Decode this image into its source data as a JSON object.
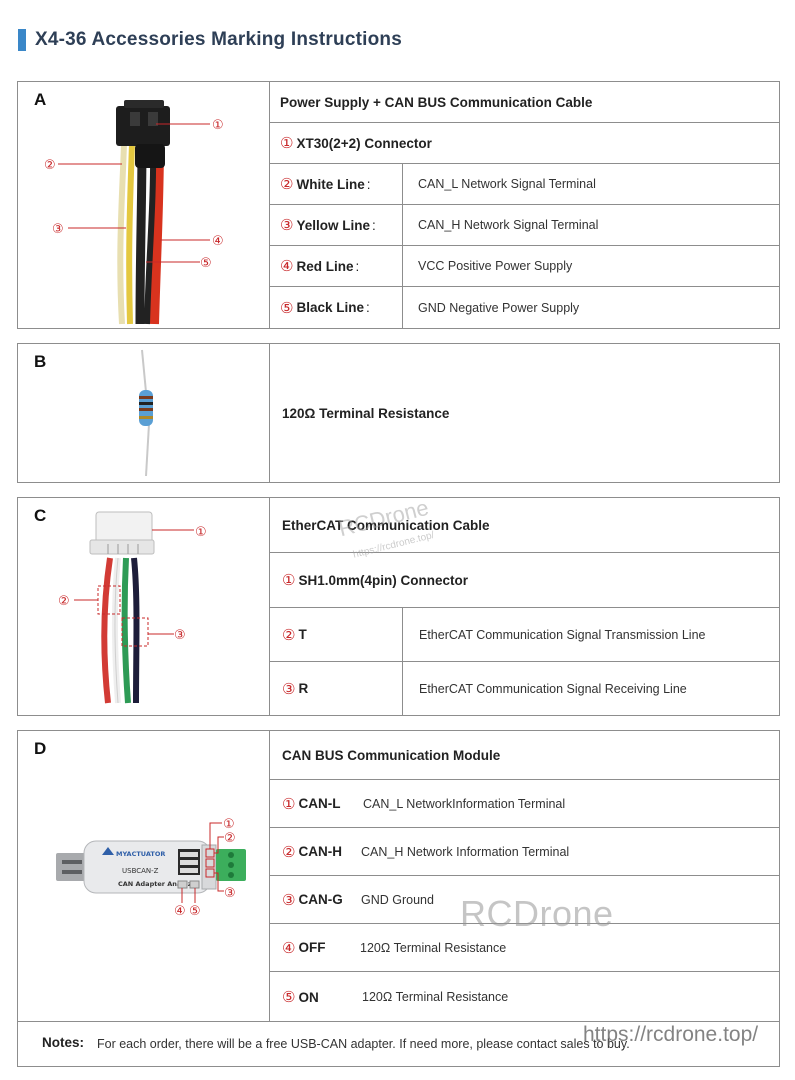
{
  "title": "X4-36 Accessories Marking Instructions",
  "sections": {
    "a": {
      "letter": "A",
      "header": "Power Supply + CAN BUS Communication Cable",
      "connector": {
        "num": "①",
        "label": "XT30(2+2) Connector"
      },
      "items": [
        {
          "num": "②",
          "label": "White Line",
          "colon": ":",
          "desc": "CAN_L Network Signal Terminal"
        },
        {
          "num": "③",
          "label": "Yellow Line",
          "colon": ":",
          "desc": "CAN_H Network Signal Terminal"
        },
        {
          "num": "④",
          "label": "Red Line",
          "colon": ":",
          "desc": "VCC Positive Power Supply"
        },
        {
          "num": "⑤",
          "label": "Black Line",
          "colon": ":",
          "desc": "GND Negative Power Supply"
        }
      ],
      "callouts": [
        "①",
        "②",
        "③",
        "④",
        "⑤"
      ]
    },
    "b": {
      "letter": "B",
      "label": "120Ω Terminal Resistance"
    },
    "c": {
      "letter": "C",
      "header": "EtherCAT Communication Cable",
      "connector": {
        "num": "①",
        "label": "SH1.0mm(4pin) Connector"
      },
      "items": [
        {
          "num": "②",
          "label": "T",
          "desc": "EtherCAT Communication Signal Transmission Line"
        },
        {
          "num": "③",
          "label": "R",
          "desc": "EtherCAT Communication Signal Receiving Line"
        }
      ],
      "callouts": [
        "①",
        "②",
        "③"
      ]
    },
    "d": {
      "letter": "D",
      "header": "CAN BUS Communication Module",
      "items": [
        {
          "num": "①",
          "label": "CAN-L",
          "desc": "CAN_L NetworkInformation Terminal"
        },
        {
          "num": "②",
          "label": "CAN-H",
          "desc": "CAN_H Network Information Terminal"
        },
        {
          "num": "③",
          "label": "CAN-G",
          "desc": "GND Ground"
        },
        {
          "num": "④",
          "label": "OFF",
          "desc": "120Ω Terminal Resistance"
        },
        {
          "num": "⑤",
          "label": "ON",
          "desc": "120Ω Terminal Resistance"
        }
      ],
      "callouts": [
        "①",
        "②",
        "③",
        "④",
        "⑤"
      ],
      "device": {
        "brand": "MYACTUATOR",
        "model": "USBCAN-Z",
        "name": "CAN Adapter Analyzer"
      }
    }
  },
  "notes": {
    "label": "Notes:",
    "text": "For each order, there will be a free USB-CAN adapter. If need more, please contact sales to buy."
  },
  "watermarks": {
    "brand": "RCDrone",
    "url": "https://rcdrone.top/",
    "small_url": "https://rcdrone.top/"
  },
  "colors": {
    "accent": "#3a87c8",
    "title": "#2e3f56",
    "callout": "#c8282a",
    "border": "#8d8d8d"
  }
}
